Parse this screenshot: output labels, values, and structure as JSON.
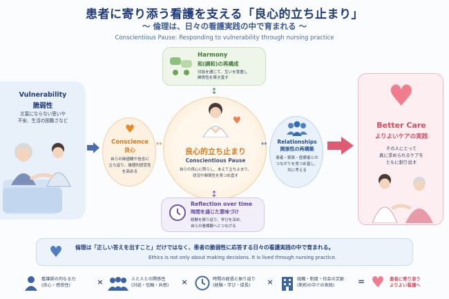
{
  "header": {
    "title": "患者に寄り添う看護を支える「良心的立ち止まり」",
    "subtitle": "〜 倫理は、日々の看護実践の中で育まれる 〜",
    "subtitle_en": "Conscientious Pause: Responding to vulnerability through nursing practice"
  },
  "vulnerability": {
    "title_en": "Vulnerability",
    "title_ja": "脆弱性",
    "text": [
      "言葉にならない思いや",
      "不安、生活の困難さなど"
    ]
  },
  "conscience": {
    "title_en": "Conscience",
    "title_ja": "良心",
    "text": [
      "自らの価値観や信念に",
      "立ち返り、倫理的感受性",
      "を高める"
    ]
  },
  "harmony": {
    "title_en": "Harmony",
    "title_ja": "和(調和)の再構成",
    "text": [
      "対話を通じて、互いを尊重し",
      "関係性を築き直す"
    ]
  },
  "center": {
    "title_ja": "良心的立ち止まり",
    "title_en": "Conscientious Pause",
    "text": [
      "自らの良心に照らし、あえて立ち止まり、",
      "状況や関係性を見つめ直す"
    ]
  },
  "relationships": {
    "title_en": "Relationships",
    "title_ja": "関係性の再構築",
    "text": [
      "患者・家族・医療者との",
      "つながりを見つめ直し、",
      "共に考える"
    ]
  },
  "reflection": {
    "title_en": "Reflection over time",
    "title_ja": "時間を通じた意味づけ",
    "text": [
      "経験を振り返り、学びを深め、",
      "自らの看護観へとつなげる"
    ]
  },
  "better_care": {
    "title_en": "Better Care",
    "title_ja": "よりよいケアの実践",
    "text": [
      "その人にとって",
      "真に求められるケアを",
      "ともに創り出す"
    ]
  },
  "ethics_banner": {
    "ja": "倫理は「正しい答えを出すこと」だけではなく、患者の脆弱性に応答する日々の看護実践の中で育まれる。",
    "en": "Ethics is not only about making decisions. It is lived through nursing practice."
  },
  "formula": {
    "items": [
      {
        "label": "看護師の内なる力",
        "sub": "(良心・感受性)",
        "icon": "person-icon"
      },
      {
        "label": "人と人との関係性",
        "sub": "(対話・信頼・共感)",
        "icon": "people-icon"
      },
      {
        "label": "時間の経過と振り返り",
        "sub": "(経験・学び・成長)",
        "icon": "clock-icon"
      },
      {
        "label": "組織・制度・社会の文脈",
        "sub": "(制約の中での実践)",
        "icon": "building-icon"
      }
    ],
    "op": "×",
    "eq": "=",
    "result": [
      "患者に寄り添う",
      "よりよい看護へ"
    ]
  },
  "colors": {
    "navy": "#1f3a7a",
    "orange": "#e6892a",
    "green": "#4f8a4a",
    "purple": "#6a54a8",
    "blue": "#2f6db1",
    "red": "#d94a5c"
  }
}
